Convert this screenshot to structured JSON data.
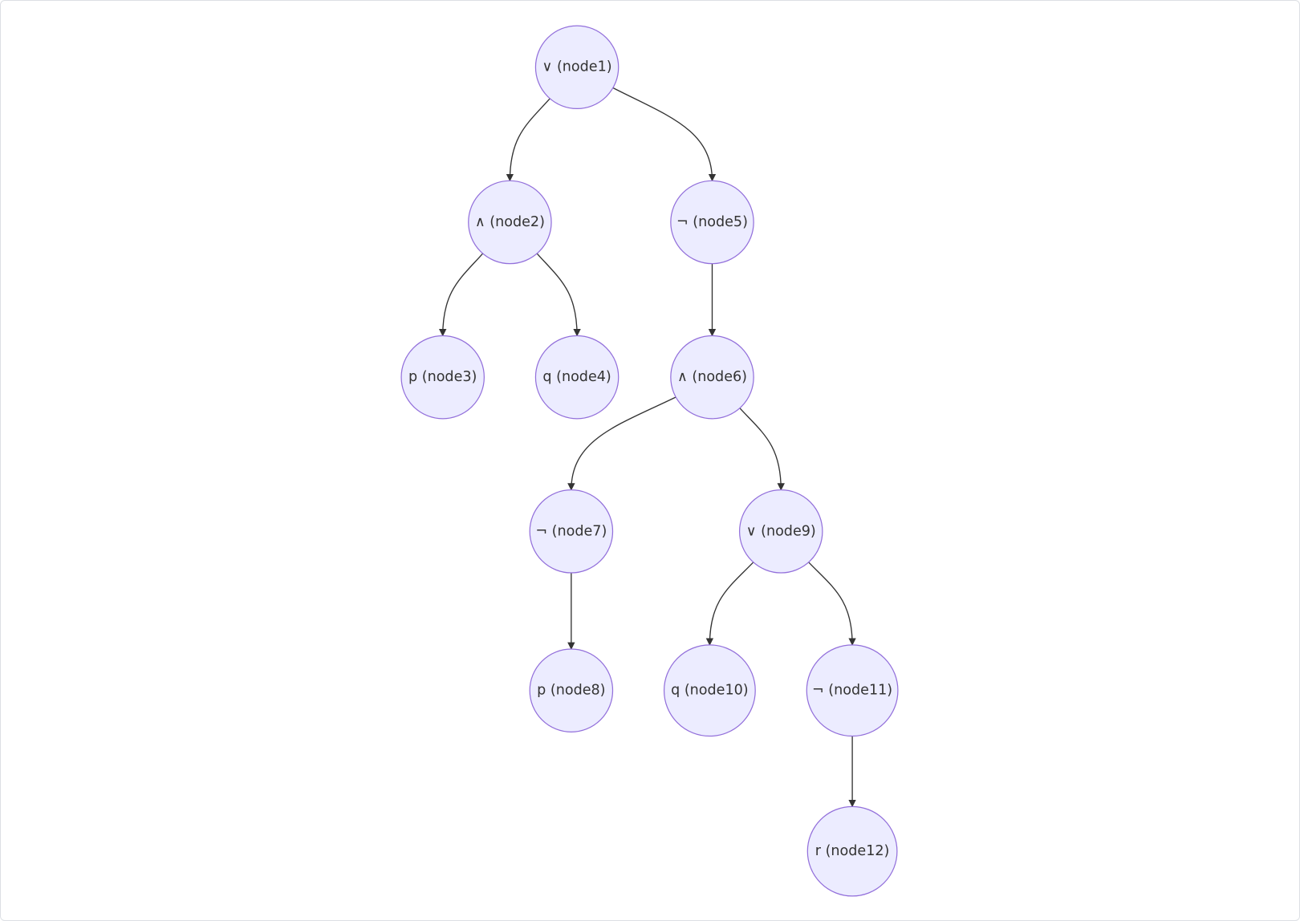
{
  "diagram": {
    "type": "tree",
    "nodes": [
      {
        "id": "node1",
        "label": "∨ (node1)"
      },
      {
        "id": "node2",
        "label": "∧ (node2)"
      },
      {
        "id": "node3",
        "label": "p (node3)"
      },
      {
        "id": "node4",
        "label": "q (node4)"
      },
      {
        "id": "node5",
        "label": "¬ (node5)"
      },
      {
        "id": "node6",
        "label": "∧ (node6)"
      },
      {
        "id": "node7",
        "label": "¬ (node7)"
      },
      {
        "id": "node8",
        "label": "p (node8)"
      },
      {
        "id": "node9",
        "label": "∨ (node9)"
      },
      {
        "id": "node10",
        "label": "q (node10)"
      },
      {
        "id": "node11",
        "label": "¬ (node11)"
      },
      {
        "id": "node12",
        "label": "r (node12)"
      }
    ],
    "edges": [
      {
        "from": "node1",
        "to": "node2"
      },
      {
        "from": "node1",
        "to": "node5"
      },
      {
        "from": "node2",
        "to": "node3"
      },
      {
        "from": "node2",
        "to": "node4"
      },
      {
        "from": "node5",
        "to": "node6"
      },
      {
        "from": "node6",
        "to": "node7"
      },
      {
        "from": "node6",
        "to": "node9"
      },
      {
        "from": "node7",
        "to": "node8"
      },
      {
        "from": "node9",
        "to": "node10"
      },
      {
        "from": "node9",
        "to": "node11"
      },
      {
        "from": "node11",
        "to": "node12"
      }
    ]
  }
}
